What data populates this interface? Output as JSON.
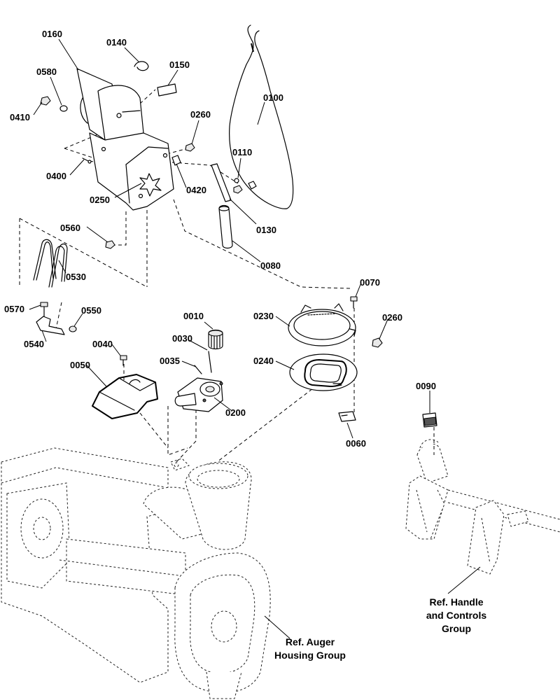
{
  "parts": [
    {
      "id": "p0160",
      "label": "0160"
    },
    {
      "id": "p0140",
      "label": "0140"
    },
    {
      "id": "p0150",
      "label": "0150"
    },
    {
      "id": "p0580",
      "label": "0580"
    },
    {
      "id": "p0410",
      "label": "0410"
    },
    {
      "id": "p0100",
      "label": "0100"
    },
    {
      "id": "p0260a",
      "label": "0260"
    },
    {
      "id": "p0110",
      "label": "0110"
    },
    {
      "id": "p0400",
      "label": "0400"
    },
    {
      "id": "p0420",
      "label": "0420"
    },
    {
      "id": "p0250",
      "label": "0250"
    },
    {
      "id": "p0130",
      "label": "0130"
    },
    {
      "id": "p0560",
      "label": "0560"
    },
    {
      "id": "p0080",
      "label": "0080"
    },
    {
      "id": "p0530",
      "label": "0530"
    },
    {
      "id": "p0070",
      "label": "0070"
    },
    {
      "id": "p0570",
      "label": "0570"
    },
    {
      "id": "p0550",
      "label": "0550"
    },
    {
      "id": "p0010",
      "label": "0010"
    },
    {
      "id": "p0230",
      "label": "0230"
    },
    {
      "id": "p0260b",
      "label": "0260"
    },
    {
      "id": "p0540",
      "label": "0540"
    },
    {
      "id": "p0040",
      "label": "0040"
    },
    {
      "id": "p0030",
      "label": "0030"
    },
    {
      "id": "p0035",
      "label": "0035"
    },
    {
      "id": "p0240",
      "label": "0240"
    },
    {
      "id": "p0050",
      "label": "0050"
    },
    {
      "id": "p0200",
      "label": "0200"
    },
    {
      "id": "p0090",
      "label": "0090"
    },
    {
      "id": "p0060",
      "label": "0060"
    }
  ],
  "references": {
    "auger_line1": "Ref. Auger",
    "auger_line2": "Housing Group",
    "handle_line1": "Ref. Handle",
    "handle_line2": "and Controls",
    "handle_line3": "Group"
  }
}
